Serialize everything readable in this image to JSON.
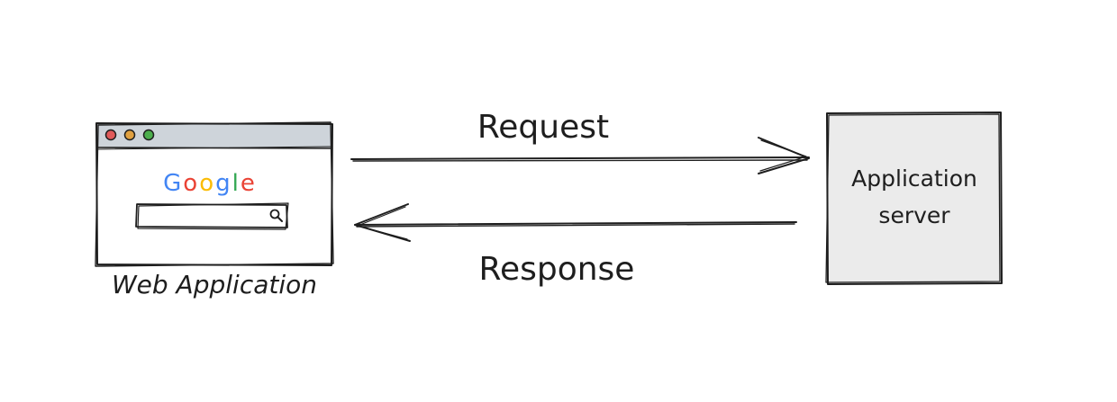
{
  "browser": {
    "logo_letters": [
      {
        "char": "G",
        "color": "#4285F4"
      },
      {
        "char": "o",
        "color": "#EA4335"
      },
      {
        "char": "o",
        "color": "#FBBC05"
      },
      {
        "char": "g",
        "color": "#4285F4"
      },
      {
        "char": "l",
        "color": "#34A853"
      },
      {
        "char": "e",
        "color": "#EA4335"
      }
    ],
    "dots": [
      "#e05a5a",
      "#e0a040",
      "#4cae4c"
    ],
    "titlebar_color": "#ced4da",
    "label": "Web Application"
  },
  "arrows": {
    "request_label": "Request",
    "response_label": "Response"
  },
  "server": {
    "line1": "Application",
    "line2": "server",
    "fill_color": "#ebebeb"
  }
}
